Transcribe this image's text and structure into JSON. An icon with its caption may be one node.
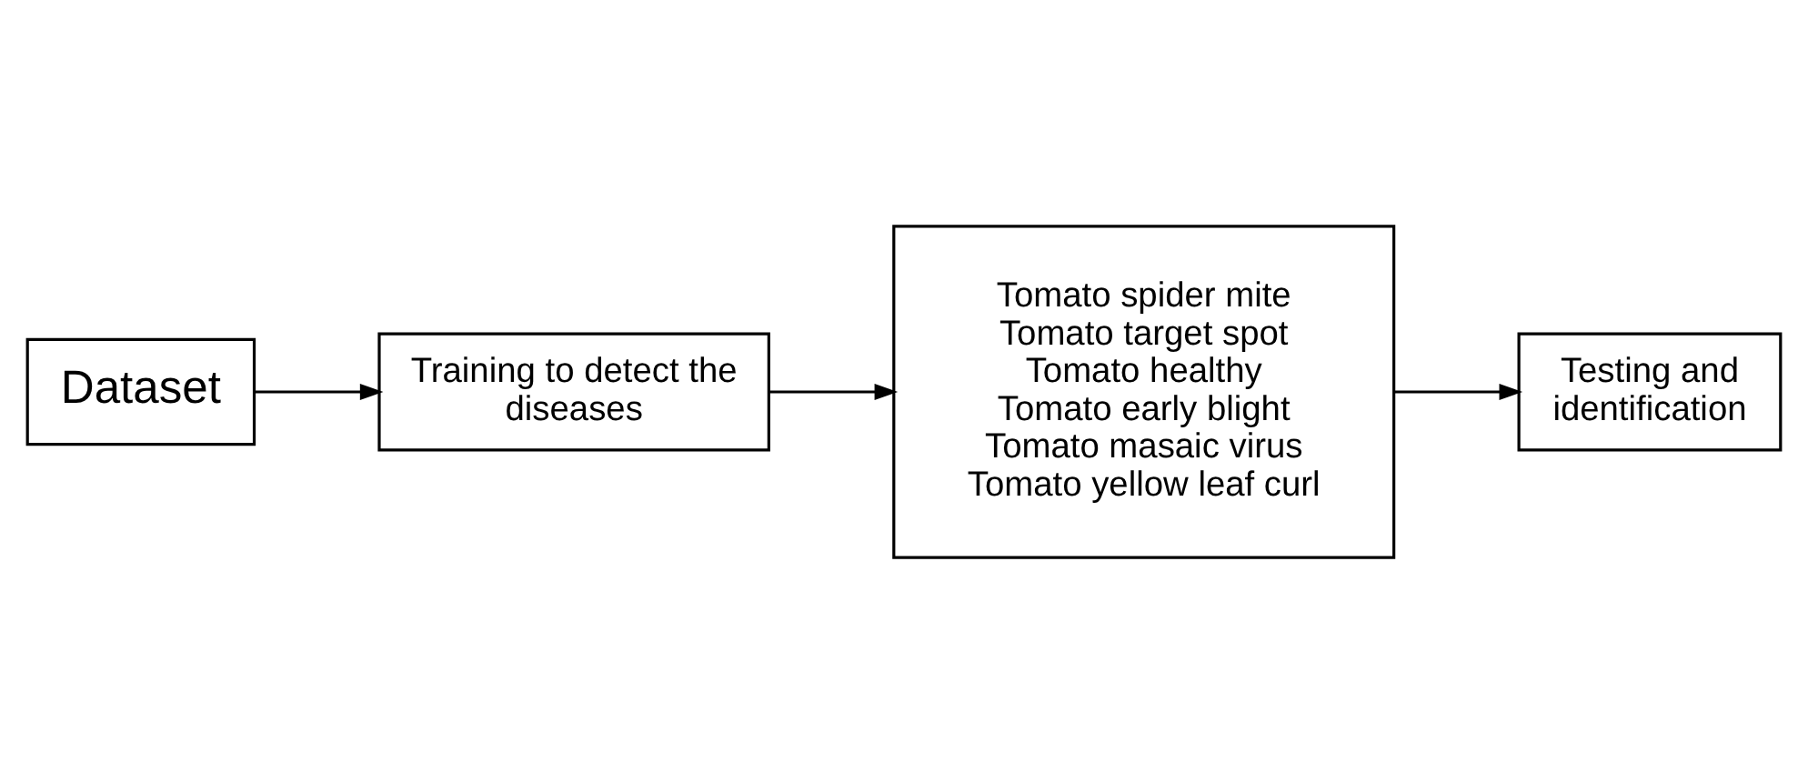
{
  "diagram": {
    "nodes": [
      {
        "text": [
          "Dataset"
        ]
      },
      {
        "text": [
          "Training to detect the diseases"
        ]
      },
      {
        "text": [
          "Tomato spider mite",
          "Tomato target spot",
          "Tomato healthy",
          "Tomato early blight",
          "Tomato masaic virus",
          "Tomato yellow leaf curl"
        ]
      },
      {
        "text": [
          "Testing and identification"
        ]
      }
    ],
    "edges": [
      {
        "from": 0,
        "to": 1,
        "arrow": "to"
      },
      {
        "from": 1,
        "to": 2,
        "arrow": "to"
      },
      {
        "from": 2,
        "to": 3,
        "arrow": "to"
      }
    ]
  }
}
